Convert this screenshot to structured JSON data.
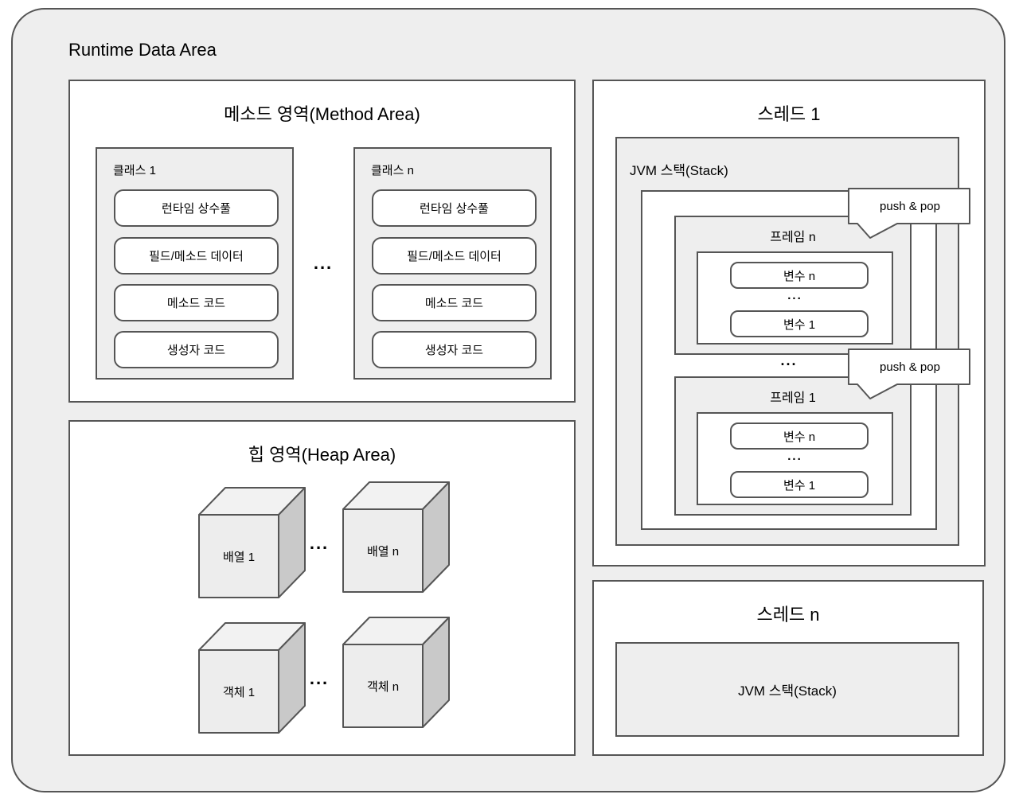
{
  "title": "Runtime Data Area",
  "method_area": {
    "title": "메소드 영역(Method Area)",
    "ellipsis": "...",
    "classes": [
      {
        "label": "클래스 1",
        "items": [
          "런타임 상수풀",
          "필드/메소드 데이터",
          "메소드 코드",
          "생성자 코드"
        ]
      },
      {
        "label": "클래스 n",
        "items": [
          "런타임 상수풀",
          "필드/메소드 데이터",
          "메소드 코드",
          "생성자 코드"
        ]
      }
    ]
  },
  "heap_area": {
    "title": "힙 영역(Heap Area)",
    "rows": [
      {
        "cubes": [
          "배열 1",
          "배열 n"
        ],
        "ellipsis": "..."
      },
      {
        "cubes": [
          "객체 1",
          "객체 n"
        ],
        "ellipsis": "..."
      }
    ]
  },
  "thread1": {
    "title": "스레드 1",
    "stack_label": "JVM 스택(Stack)",
    "frames_ellipsis": "...",
    "bubble_label": "push & pop",
    "frames": [
      {
        "label": "프레임 n",
        "vars": [
          "변수 n",
          "...",
          "변수 1"
        ]
      },
      {
        "label": "프레임 1",
        "vars": [
          "변수 n",
          "...",
          "변수 1"
        ]
      }
    ]
  },
  "thread_n": {
    "title": "스레드 n",
    "stack_label": "JVM 스택(Stack)"
  },
  "colors": {
    "border": "#555555",
    "panel_fill": "#ffffff",
    "gray_fill": "#eeeeee",
    "cube_front": "#ededed",
    "cube_top": "#f2f2f2",
    "cube_side": "#c9c9c9"
  }
}
